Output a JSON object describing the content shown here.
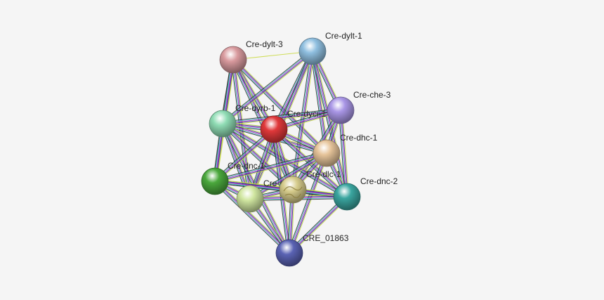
{
  "network": {
    "nodes": [
      {
        "id": "dylt3",
        "label": "Cre-dylt-3",
        "color": "#d99a9e"
      },
      {
        "id": "dylt1",
        "label": "Cre-dylt-1",
        "color": "#8fbfe0"
      },
      {
        "id": "che3",
        "label": "Cre-che-3",
        "color": "#a996e6"
      },
      {
        "id": "dyrb1",
        "label": "Cre-dyrb-1",
        "color": "#8fdcb4"
      },
      {
        "id": "dyci1",
        "label": "Cre-dyci-1",
        "color": "#e0383a"
      },
      {
        "id": "dhc1",
        "label": "Cre-dhc-1",
        "color": "#e6c49a"
      },
      {
        "id": "dnc1",
        "label": "Cre-dnc-1",
        "color": "#4aa83c"
      },
      {
        "id": "dlc1",
        "label": "Cre-dlc-1",
        "color": "#d6cc8c"
      },
      {
        "id": "dli1",
        "label": "Cre-dli-1",
        "color": "#d0e6a0"
      },
      {
        "id": "dnc2",
        "label": "Cre-dnc-2",
        "color": "#3aa6a0"
      },
      {
        "id": "cre01863",
        "label": "CRE_01863",
        "color": "#5a63b4"
      }
    ],
    "edge_colors": [
      "#c8d83c",
      "#2e2e9c",
      "#c02fc0",
      "#3ec7c7",
      "#2a2a2a"
    ]
  }
}
